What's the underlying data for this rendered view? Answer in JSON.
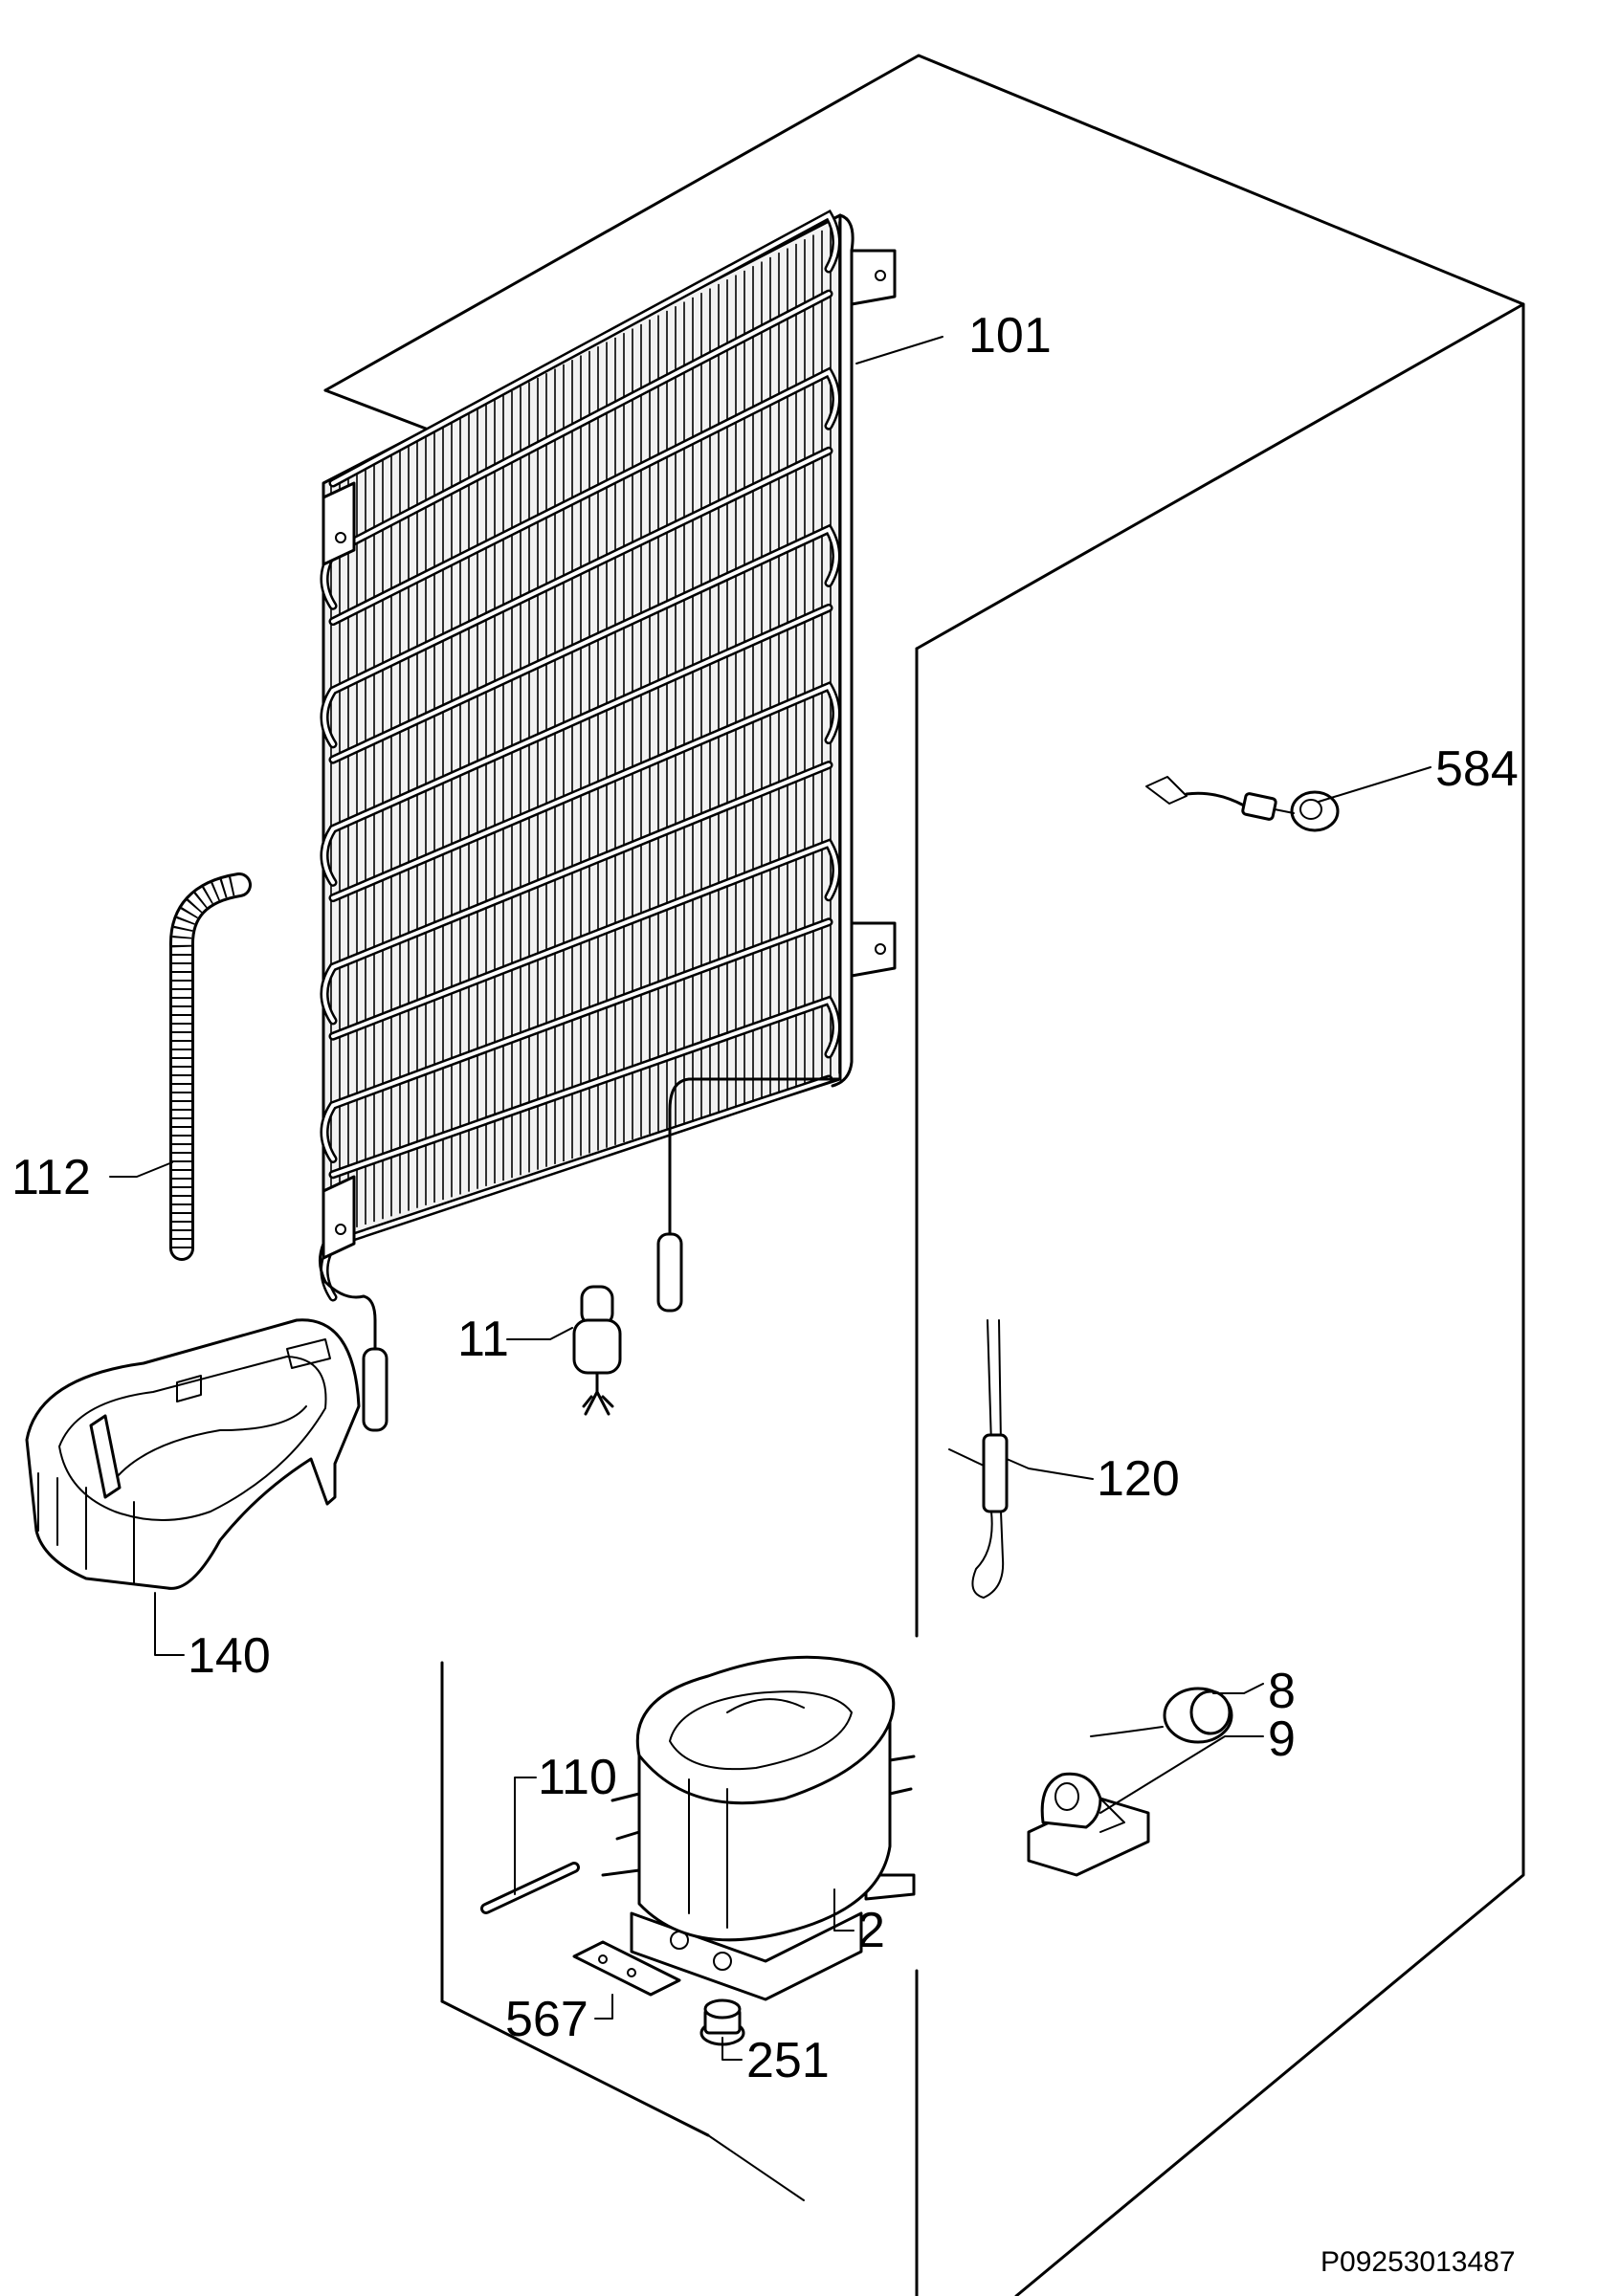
{
  "diagram": {
    "reference_code": "P09253013487",
    "callouts": [
      {
        "id": "101",
        "text": "101"
      },
      {
        "id": "584",
        "text": "584"
      },
      {
        "id": "112",
        "text": "112"
      },
      {
        "id": "11",
        "text": "11"
      },
      {
        "id": "120",
        "text": "120"
      },
      {
        "id": "140",
        "text": "140"
      },
      {
        "id": "8",
        "text": "8"
      },
      {
        "id": "9",
        "text": "9"
      },
      {
        "id": "110",
        "text": "110"
      },
      {
        "id": "2",
        "text": "2"
      },
      {
        "id": "567",
        "text": "567"
      },
      {
        "id": "251",
        "text": "251"
      }
    ]
  }
}
